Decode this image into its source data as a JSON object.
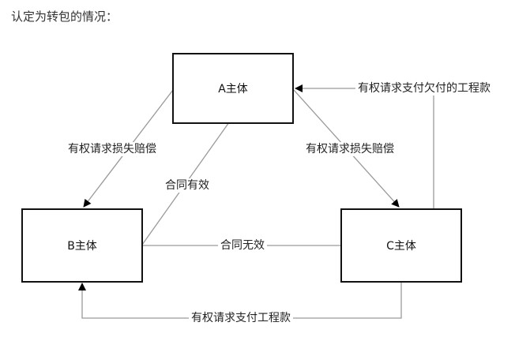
{
  "title": "认定为转包的情况：",
  "entities": {
    "a": "A主体",
    "b": "B主体",
    "c": "C主体"
  },
  "edges": {
    "a_to_b": "有权请求损失赔偿",
    "a_to_c": "有权请求损失赔偿",
    "a_b_contract": "合同有效",
    "b_c_contract": "合同无效",
    "c_to_a": "有权请求支付欠付的工程款",
    "c_to_b": "有权请求支付工程款"
  },
  "colors": {
    "line": "#9a9a9a",
    "box_border": "#111111",
    "arrowhead": "#000000"
  }
}
